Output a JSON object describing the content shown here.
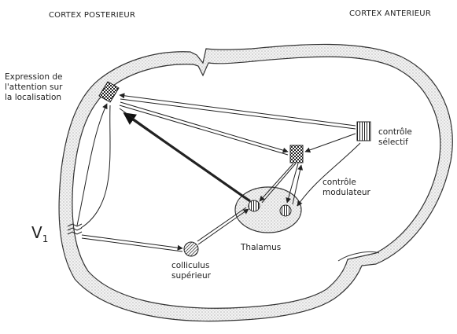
{
  "header": {
    "left": "CORTEX POSTERIEUR",
    "right": "CORTEX ANTERIEUR"
  },
  "labels": {
    "expression": [
      "Expression de",
      "l'attention sur",
      "la localisation"
    ],
    "v1_letter": "V",
    "v1_sub": "1",
    "thalamus": "Thalamus",
    "colliculus": [
      "colliculus",
      "supérieur"
    ],
    "controle_selectif": [
      "contrôle",
      "sélectif"
    ],
    "controle_modulateur": [
      "contrôle",
      "modulateur"
    ]
  }
}
